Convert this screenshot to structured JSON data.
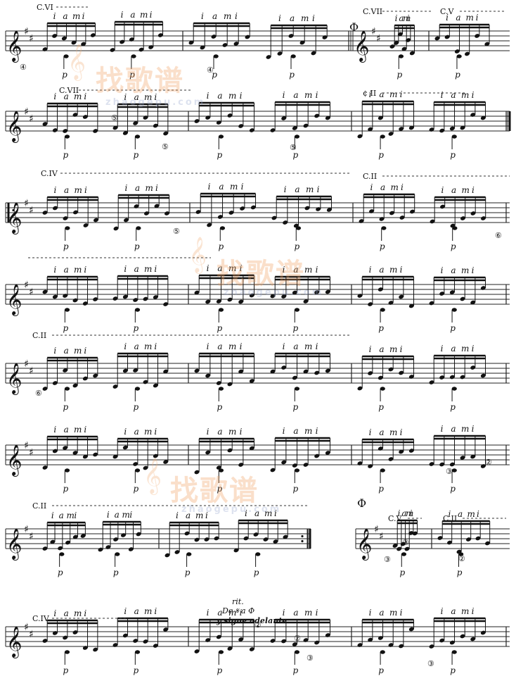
{
  "watermark": {
    "text": "找歌谱",
    "url": "zhaogepu.com"
  },
  "positions": {
    "cvi": "C.VI",
    "cvii": "C.VII",
    "cv": "C.V",
    "cii": "C.II",
    "civ": "C.IV",
    "half_cii": "¢ II"
  },
  "fingering": {
    "p": "p",
    "i": "i",
    "a": "a",
    "m": "m"
  },
  "strings": {
    "s2": "②",
    "s3": "③",
    "s4": "④",
    "s5": "⑤",
    "s6": "⑥"
  },
  "coda_symbol": "Φ",
  "directions": {
    "rit": "rit.",
    "dal_segno": "De 𝄋 a Φ",
    "continue": "y sigue adelante."
  }
}
